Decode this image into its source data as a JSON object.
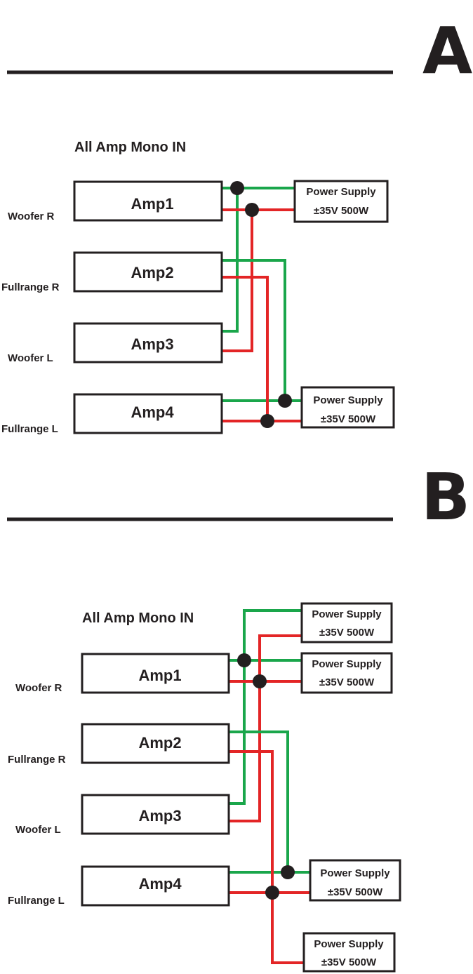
{
  "colors": {
    "green": "#1aa64b",
    "red": "#e32526",
    "ink": "#231f20"
  },
  "sectionA": {
    "letter": "A",
    "title": "All  Amp Mono IN",
    "amps": [
      "Amp1",
      "Amp2",
      "Amp3",
      "Amp4"
    ],
    "channels": [
      "Woofer R",
      "Fullrange R",
      "Woofer L",
      "Fullrange L"
    ],
    "supplies": [
      {
        "line1": "Power Supply",
        "line2": "±35V 500W"
      },
      {
        "line1": "Power Supply",
        "line2": "±35V 500W"
      }
    ]
  },
  "sectionB": {
    "letter": "B",
    "title": "All  Amp Mono IN",
    "amps": [
      "Amp1",
      "Amp2",
      "Amp3",
      "Amp4"
    ],
    "channels": [
      "Woofer R",
      "Fullrange R",
      "Woofer L",
      "Fullrange L"
    ],
    "supplies": [
      {
        "line1": "Power Supply",
        "line2": "±35V 500W"
      },
      {
        "line1": "Power Supply",
        "line2": "±35V 500W"
      },
      {
        "line1": "Power Supply",
        "line2": "±35V 500W"
      },
      {
        "line1": "Power Supply",
        "line2": "±35V 500W"
      }
    ]
  }
}
